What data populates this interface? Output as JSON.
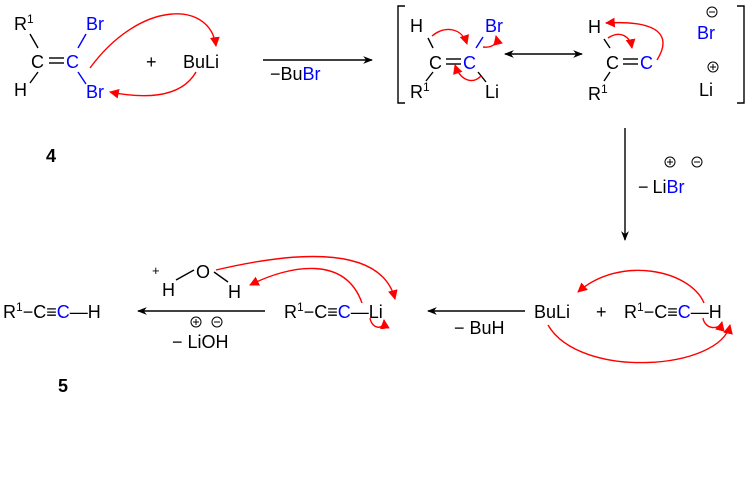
{
  "colors": {
    "heteroatom": "#0000ff",
    "electron_arrow": "#ff0000",
    "text": "#000000"
  },
  "labels": {
    "r1": "R",
    "sup1": "1",
    "br": "Br",
    "c": "C",
    "h": "H",
    "li": "Li",
    "plus": "+",
    "buli": "BuLi",
    "minus_bubr_minus": "−",
    "minus_bubr_bu": "Bu",
    "minus_bubr_br": "Br",
    "compound4": "4",
    "compound5": "5",
    "charge_minus": "−",
    "charge_plus": "+",
    "minus_libr_minus": "−",
    "minus_libr_li": "Li",
    "minus_libr_br": "Br",
    "minus_buh": "− BuH",
    "minus_lioh": "− LiOH",
    "o": "O",
    "proton_plus": "+",
    "dash": "−",
    "triple": "≡",
    "bond": "—"
  }
}
